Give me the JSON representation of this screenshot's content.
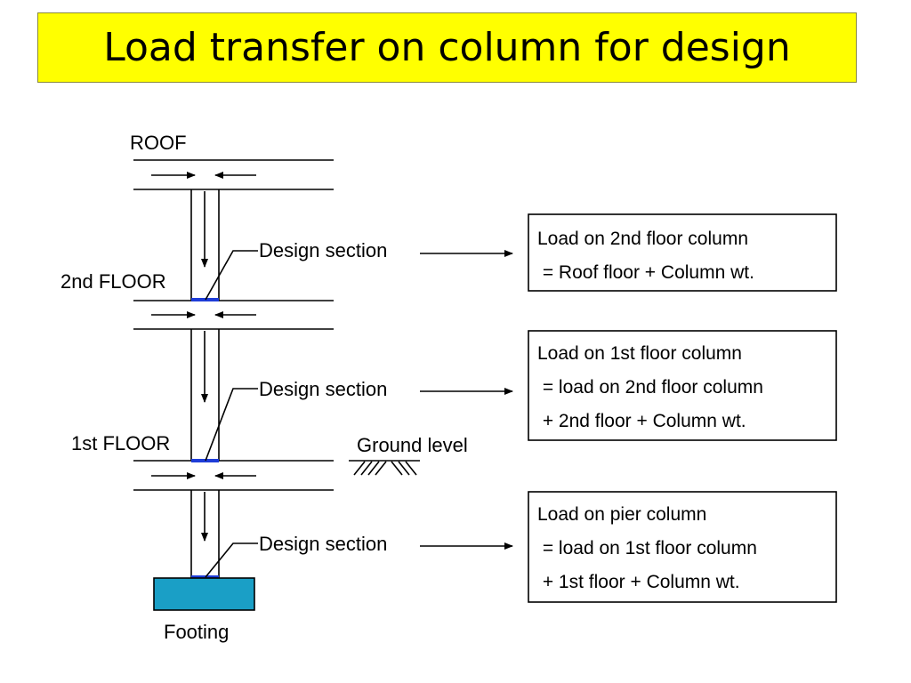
{
  "title": "Load transfer on column for design",
  "levels": {
    "roof": "ROOF",
    "second_floor": "2nd FLOOR",
    "first_floor": "1st FLOOR"
  },
  "ground_level": "Ground level",
  "footing": "Footing",
  "design_section_label": "Design section",
  "load_boxes": [
    {
      "lines": [
        "Load on 2nd floor column",
        " = Roof floor + Column wt."
      ]
    },
    {
      "lines": [
        "Load on 1st floor column",
        " = load on 2nd floor column",
        " + 2nd floor + Column wt."
      ]
    },
    {
      "lines": [
        "Load on pier column",
        " = load on 1st floor column",
        " + 1st floor + Column wt."
      ]
    }
  ],
  "colors": {
    "title_background": "#ffff00",
    "design_section_marker": "#1e3cd8",
    "footing_fill": "#1a9fc6"
  }
}
